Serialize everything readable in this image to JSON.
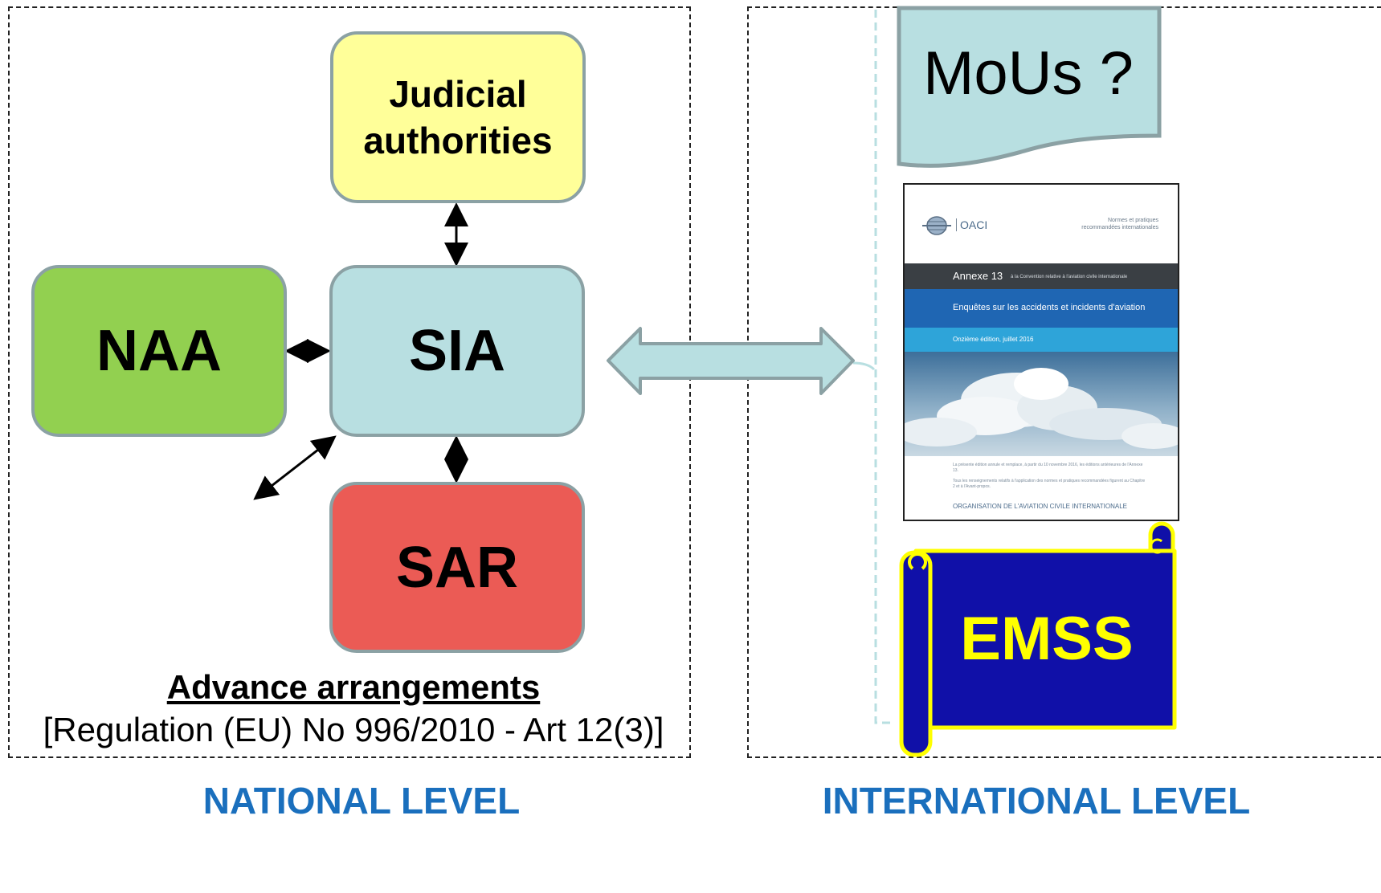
{
  "national": {
    "judicial": "Judicial\nauthorities",
    "naa": "NAA",
    "sia": "SIA",
    "sar": "SAR",
    "advance_title": "Advance arrangements",
    "regulation": "[Regulation (EU) No 996/2010 - Art 12(3)]",
    "level_label": "NATIONAL LEVEL"
  },
  "international": {
    "mous": "MoUs ?",
    "emss": "EMSS",
    "level_label": "INTERNATIONAL LEVEL",
    "document": {
      "org_short": "OACI",
      "standards_line1": "Normes et pratiques",
      "standards_line2": "recommandées internationales",
      "annex_title": "Annexe 13",
      "annex_subtitle": "à la Convention relative à l'aviation civile internationale",
      "band_title": "Enquêtes sur les accidents et incidents d'aviation",
      "edition": "Onzième édition, juillet 2016",
      "note1": "La présente édition annule et remplace, à partir du 10 novembre 2016, les éditions antérieures de l'Annexe 13.",
      "note2": "Tous les renseignements relatifs à l'application des normes et pratiques recommandées figurent au Chapitre 2 et à l'Avant-propos.",
      "org_full": "ORGANISATION DE L'AVIATION CIVILE INTERNATIONALE"
    }
  },
  "colors": {
    "judicial": "#ffff99",
    "naa": "#92d050",
    "sia": "#b8dfe1",
    "sar": "#eb5b55",
    "level_text": "#1a6fbd",
    "emss_bg": "#1010a8",
    "emss_text": "#ffff00"
  }
}
